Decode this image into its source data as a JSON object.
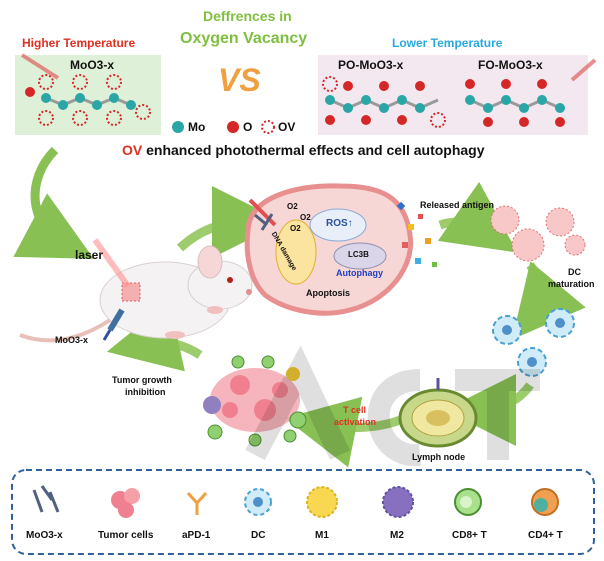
{
  "header": {
    "title_line1": "Deffrences in",
    "title_line2": "Oxygen Vacancy",
    "higher": "Higher Temperature",
    "lower": "Lower Temperature",
    "vs": "VS",
    "left_material": "MoO3-x",
    "mid_material": "PO-MoO3-x",
    "right_material": "FO-MoO3-x"
  },
  "legend_top": {
    "mo": "Mo",
    "o": "O",
    "ov": "OV"
  },
  "headline": {
    "ov": "OV",
    "text": " enhanced photothermal effects and cell autophagy"
  },
  "cell": {
    "o2": "O2",
    "ros": "ROS↑",
    "lc3b": "LC3B",
    "autophagy": "Autophagy",
    "dna": "DNA damage",
    "apoptosis": "Apoptosis",
    "released": "Released antigen"
  },
  "labels": {
    "laser": "laser",
    "moo3": "MoO3-x",
    "dc_maturation_1": "DC",
    "dc_maturation_2": "maturation",
    "tumor_growth_1": "Tumor growth",
    "tumor_growth_2": "inhibition",
    "tcell_1": "T cell",
    "tcell_2": "activation",
    "lymph": "Lymph node"
  },
  "legend_bottom": [
    {
      "label": "MoO3-x"
    },
    {
      "label": "Tumor cells"
    },
    {
      "label": "aPD-1"
    },
    {
      "label": "DC"
    },
    {
      "label": "M1"
    },
    {
      "label": "M2"
    },
    {
      "label": "CD8+ T"
    },
    {
      "label": "CD4+ T"
    }
  ],
  "colors": {
    "green_title": "#7fbf3f",
    "red": "#e03020",
    "blue": "#2aa8e0",
    "mo_teal": "#2aa6a6",
    "o_red": "#d42828",
    "vs_orange": "#f0a040"
  }
}
